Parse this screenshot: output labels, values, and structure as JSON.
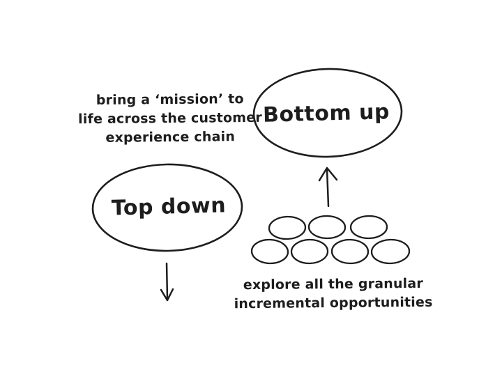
{
  "canvas": {
    "background_color": "#ffffff",
    "stroke_color": "#1d1d1d"
  },
  "nodes": {
    "top_down": {
      "label": "Top down",
      "shape": "ellipse"
    },
    "bottom_up": {
      "label": "Bottom up",
      "shape": "ellipse"
    }
  },
  "annotations": {
    "mission": {
      "lines": [
        "bring a ‘mission’ to",
        "life across the customer",
        "experience chain"
      ]
    },
    "granular": {
      "lines": [
        "explore all the granular",
        "incremental opportunities"
      ]
    }
  },
  "icons": {
    "arrow_down": "arrow-down-icon",
    "arrow_up": "arrow-up-icon"
  },
  "cluster": {
    "description": "small ellipses representing granular opportunities",
    "ellipse_count": 7,
    "rows": [
      3,
      4
    ]
  }
}
